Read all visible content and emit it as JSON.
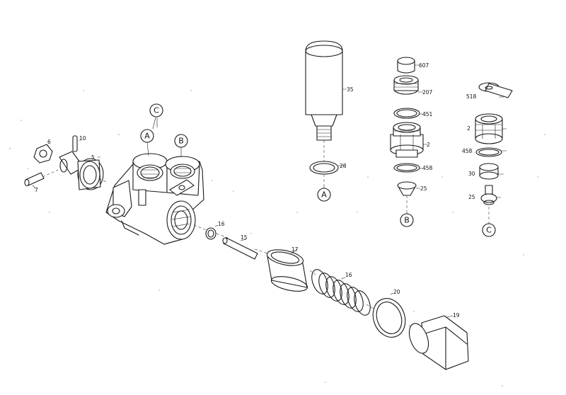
{
  "callouts": {
    "a_body": "A",
    "b_body": "B",
    "c_body": "C",
    "a_filter": "A",
    "b_valve": "B",
    "c_valve": "C"
  },
  "labels": {
    "p6": "6",
    "p10": "10",
    "p5": "5",
    "p7": "7",
    "p16_ring": "16",
    "p15": "15",
    "p17": "17",
    "p16_spring": "16",
    "p20": "20",
    "p19": "19",
    "p35": "35",
    "p28": "28",
    "b_607": "607",
    "b_207": "207",
    "b_451": "451",
    "b_2": "2",
    "b_458": "458",
    "b_25": "25",
    "c_518": "518",
    "c_2": "2",
    "c_458": "458",
    "c_30": "30",
    "c_25": "25"
  }
}
